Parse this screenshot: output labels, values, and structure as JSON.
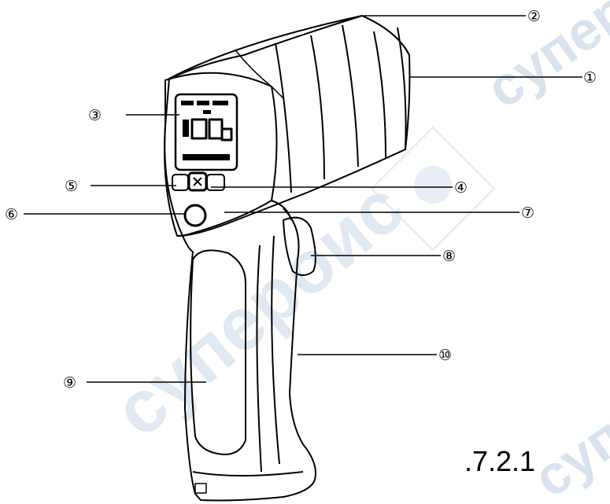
{
  "figure": {
    "caption": ".7.2.1",
    "watermark_text": "супероис",
    "callouts": [
      "①",
      "②",
      "③",
      "④",
      "⑤",
      "⑥",
      "⑦",
      "⑧",
      "⑨",
      "⑩"
    ]
  },
  "colors": {
    "ink": "#000000",
    "background": "#ffffff",
    "watermark": "#d9e3ee"
  }
}
